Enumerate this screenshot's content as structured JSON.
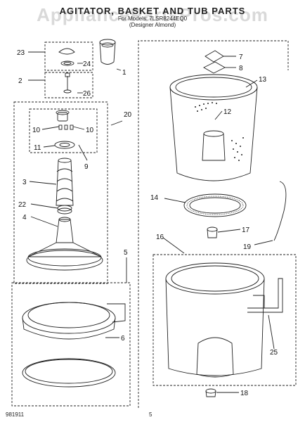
{
  "header": {
    "title": "AGITATOR, BASKET AND TUB PARTS",
    "model_line": "For Models: 7LSR8244EQ0",
    "designer_line": "(Designer Almond)",
    "watermark": "AppliancePartsPros.com"
  },
  "footer": {
    "code": "981911",
    "page_number": "5"
  },
  "callouts": {
    "c1": "1",
    "c2": "2",
    "c3": "3",
    "c4": "4",
    "c5": "5",
    "c6": "6",
    "c7": "7",
    "c8": "8",
    "c9": "9",
    "c10a": "10",
    "c10b": "10",
    "c11": "11",
    "c12": "12",
    "c13": "13",
    "c14": "14",
    "c16": "16",
    "c17": "17",
    "c18": "18",
    "c19": "19",
    "c20": "20",
    "c22": "22",
    "c23": "23",
    "c24": "24",
    "c25": "25",
    "c26": "26"
  },
  "colors": {
    "ink": "#222222",
    "paper": "#ffffff"
  }
}
